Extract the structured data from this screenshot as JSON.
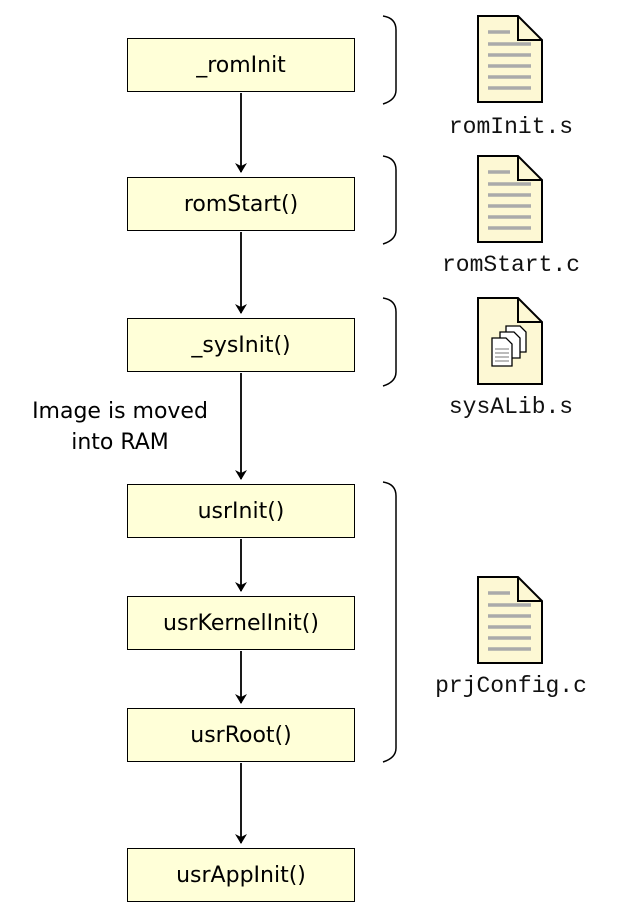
{
  "steps": [
    {
      "label": "_romInit"
    },
    {
      "label": "romStart()"
    },
    {
      "label": "_sysInit()"
    },
    {
      "label": "usrInit()"
    },
    {
      "label": "usrKernelInit()"
    },
    {
      "label": "usrRoot()"
    },
    {
      "label": "usrAppInit()"
    }
  ],
  "note": {
    "line1": "Image is moved",
    "line2": "into RAM"
  },
  "files": [
    {
      "name": "romInit.s",
      "icon": "text-document-icon"
    },
    {
      "name": "romStart.c",
      "icon": "text-document-icon"
    },
    {
      "name": "sysALib.s",
      "icon": "multiple-documents-icon"
    },
    {
      "name": "prjConfig.c",
      "icon": "text-document-icon"
    }
  ],
  "colors": {
    "box_fill": "#ffffd8",
    "doc_fill": "#fdf8d4",
    "line_gray": "#aaaaaa",
    "stroke": "#000000"
  }
}
